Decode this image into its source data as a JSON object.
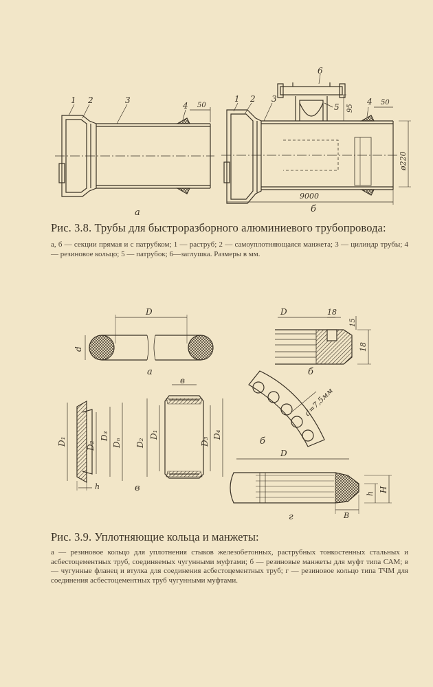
{
  "fig38": {
    "title": "Рис. 3.8. Трубы для быстроразборного алюминиевого трубопровода:",
    "caption": "а, б — секции прямая и с патрубком; 1 — раструб; 2 — самоуплотняющаяся манжета; 3 — цилиндр трубы; 4 — резиновое кольцо; 5 — патрубок; 6—заглушка. Размеры в мм.",
    "labels": {
      "n1a": "1",
      "n2a": "2",
      "n3a": "3",
      "n4a": "4",
      "dim50a": "50",
      "sub_a": "а",
      "n1b": "1",
      "n2b": "2",
      "n3b": "3",
      "n4b": "4",
      "n5b": "5",
      "n6b": "6",
      "dim50b": "50",
      "dim95": "95",
      "dim220": "ø220",
      "dim9000": "9000",
      "sub_b": "б"
    }
  },
  "fig39": {
    "title": "Рис. 3.9. Уплотняющие кольца и манжеты:",
    "caption": "а — резиновое кольцо для уплотнения стыков железобетонных, раструбных тонкостенных стальных и асбестоцементных труб, соединяемых чугунными муфтами; б — резиновые манжеты для муфт типа САМ; в — чугунные фланец и втулка для соединения асбестоцементных труб; г — резиновое кольцо типа ТЧМ для соединения асбестоцементных труб чугунными муфтами.",
    "labels": {
      "a_D": "D",
      "a_d": "d",
      "a_sub": "а",
      "b_D": "D",
      "b_18top": "18",
      "b_15": "15",
      "b_18": "18",
      "b_sub": "б",
      "arc_d": "d=7,5мм",
      "arc_sub": "б",
      "v_D1": "D₁",
      "v_D2": "D₂",
      "v_D3": "D₃",
      "v_Dn": "Dₙ",
      "v_h": "h",
      "v_b": "в",
      "v2_D2": "D₂",
      "v2_D1": "D₁",
      "v2_D3": "D₃",
      "v2_D4": "D₄",
      "v_sub": "в",
      "g_D": "D",
      "g_h": "h",
      "g_H": "H",
      "g_B": "B",
      "g_sub": "г"
    }
  }
}
